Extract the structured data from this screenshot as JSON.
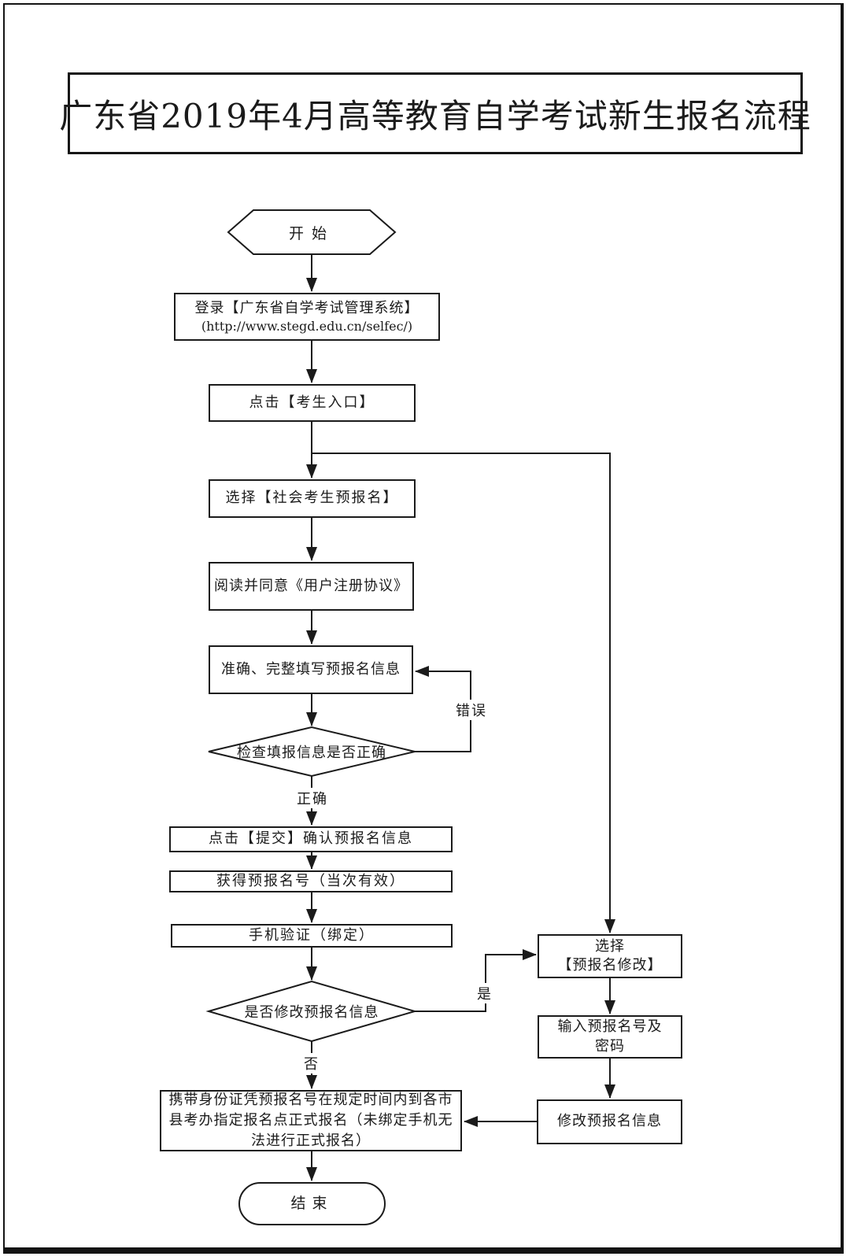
{
  "page": {
    "title": "广东省2019年4月高等教育自学考试新生报名流程"
  },
  "nodes": {
    "start": {
      "label": "开始"
    },
    "login": {
      "lines": [
        "登录【广东省自学考试管理系统】",
        "(http://www.stegd.edu.cn/selfec/)"
      ]
    },
    "entrance": {
      "label": "点击【考生入口】"
    },
    "social": {
      "label": "选择【社会考生预报名】"
    },
    "agreement": {
      "label": "阅读并同意《用户注册协议》"
    },
    "fill": {
      "label": "准确、完整填写预报名信息"
    },
    "check": {
      "label": "检查填报信息是否正确"
    },
    "submit": {
      "label": "点击【提交】确认预报名信息"
    },
    "number": {
      "label": "获得预报名号（当次有效）"
    },
    "phone": {
      "label": "手机验证（绑定）"
    },
    "modify_check": {
      "label": "是否修改预报名信息"
    },
    "formal": {
      "label": "携带身份证凭预报名号在规定时间内到各市县考办指定报名点正式报名（未绑定手机无法进行正式报名）"
    },
    "end": {
      "label": "结束"
    },
    "select_modify": {
      "lines": [
        "选择",
        "【预报名修改】"
      ]
    },
    "input_number": {
      "lines": [
        "输入预报名号及",
        "密码"
      ]
    },
    "modify_info": {
      "label": "修改预报名信息"
    }
  },
  "edge_labels": {
    "correct": "正确",
    "error": "错误",
    "yes": "是",
    "no": "否"
  },
  "colors": {
    "line": "#1b1b1b",
    "background": "#ffffff"
  }
}
